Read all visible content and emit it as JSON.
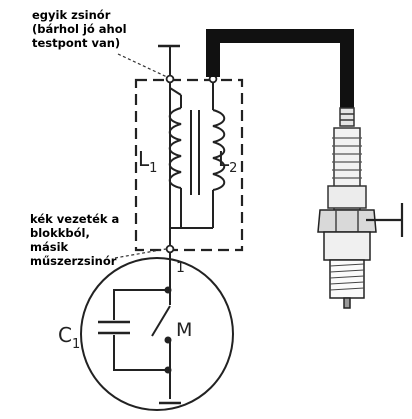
{
  "annotations": {
    "ground_cord": [
      "egyik zsinór",
      "(bárhol jó ahol",
      "testpont van)"
    ],
    "blue_wire": [
      "kék vezeték a",
      "blokkból,",
      "másik",
      "műszerzsinór"
    ]
  },
  "labels": {
    "coil_primary": "L",
    "coil_primary_sub": "1",
    "coil_secondary": "L",
    "coil_secondary_sub": "2",
    "terminal": "1",
    "capacitor": "C",
    "capacitor_sub": "1",
    "motor": "M"
  },
  "colors": {
    "ink": "#222222",
    "cable": "#111111",
    "background": "#ffffff"
  },
  "icons": {
    "spark_plug": "spark-plug-icon",
    "ground": "ground-terminal-icon"
  }
}
